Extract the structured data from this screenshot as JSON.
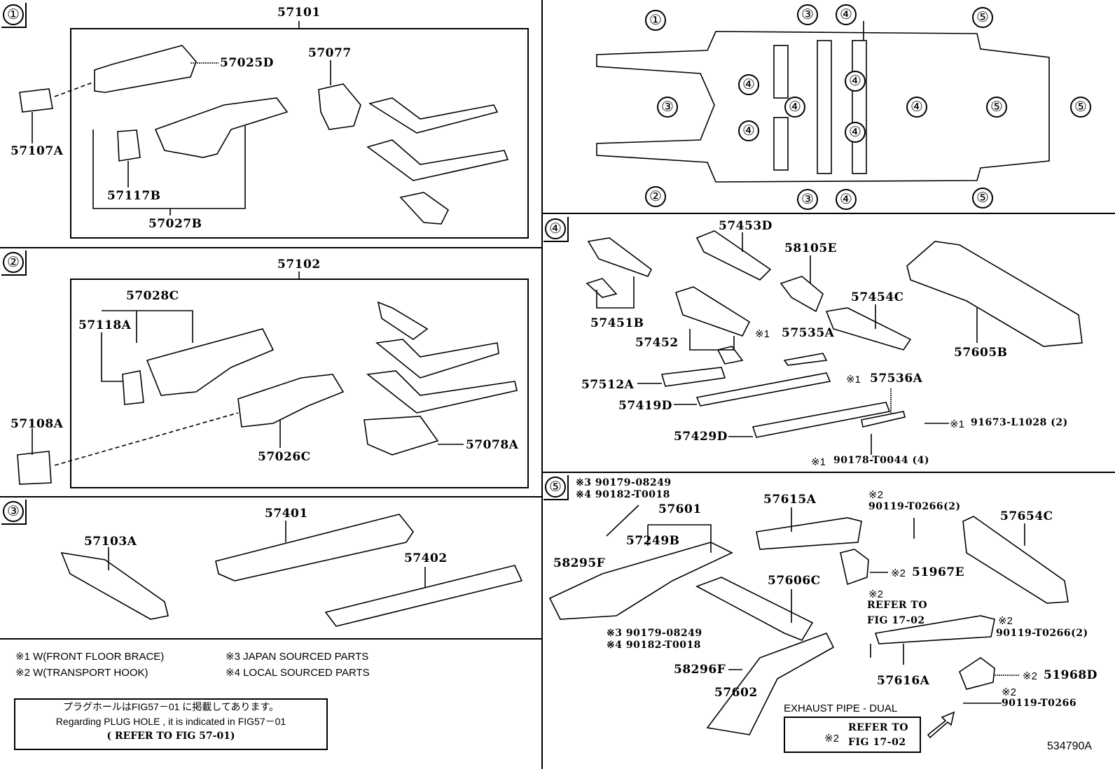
{
  "sections": {
    "s1": {
      "number": "①",
      "assembly": "57101",
      "parts": [
        "57025D",
        "57107A",
        "57117B",
        "57027B",
        "57077"
      ]
    },
    "s2": {
      "number": "②",
      "assembly": "57102",
      "parts": [
        "57028C",
        "57118A",
        "57108A",
        "57026C",
        "57078A"
      ]
    },
    "s3": {
      "number": "③",
      "parts": [
        "57401",
        "57103A",
        "57402"
      ]
    },
    "s4": {
      "number": "④",
      "parts": [
        "57453D",
        "58105E",
        "57454C",
        "57451B",
        "57452",
        "57535A",
        "57605B",
        "57512A",
        "57536A",
        "57419D",
        "57429D",
        "91673-L1028 (2)",
        "90178-T0044 (4)"
      ],
      "marks": {
        "57535A": "※1",
        "57536A": "※1",
        "91673": "※1",
        "90178": "※1"
      }
    },
    "s5": {
      "number": "⑤",
      "top_left_note": [
        "※3 90179-08249",
        "※4 90182-T0018"
      ],
      "parts": [
        "57615A",
        "57601",
        "57249B",
        "58295F",
        "57654C",
        "57606C",
        "51967E",
        "57602",
        "58296F",
        "57616A",
        "51968D"
      ],
      "mid_note": [
        "※3 90179-08249",
        "※4 90182-T0018"
      ],
      "bolt1": [
        "※2",
        "90119-T0266(2)"
      ],
      "refer1": [
        "※2",
        "REFER TO",
        "FIG 17-02"
      ],
      "bolt2": [
        "※2",
        "90119-T0266(2)"
      ],
      "bolt3": [
        "※2",
        "90119-T0266"
      ],
      "mark51967E": "※2",
      "mark51968D": "※2",
      "exhaust_label": "EXHAUST PIPE - DUAL",
      "exhaust_box": [
        "※2",
        "REFER TO",
        "FIG 17-02"
      ]
    }
  },
  "overview": {
    "labels": [
      "①",
      "②",
      "③",
      "③",
      "③",
      "④",
      "④",
      "④",
      "④",
      "④",
      "④",
      "④",
      "④",
      "④",
      "⑤",
      "⑤",
      "⑤",
      "⑤"
    ]
  },
  "legend": [
    "※1 W(FRONT FLOOR BRACE)",
    "※2 W(TRANSPORT HOOK)",
    "※3  JAPAN SOURCED PARTS",
    "※4  LOCAL SOURCED PARTS"
  ],
  "plug_note": {
    "jp": "プラグホールはFIG57－01 に掲載してあります。",
    "en": "Regarding PLUG HOLE , it is indicated in FIG57－01",
    "ref": "( REFER TO FIG 57-01)"
  },
  "figure_id": "534790A"
}
